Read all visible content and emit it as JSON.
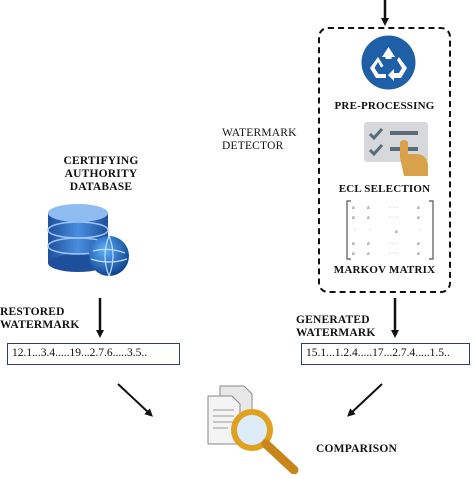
{
  "detector": {
    "label_line1": "WATERMARK",
    "label_line2": "DETECTOR",
    "steps": [
      {
        "label": "PRE-PROCESSING",
        "icon": "recycle-icon"
      },
      {
        "label": "ECL SELECTION",
        "icon": "checklist-touch-icon"
      },
      {
        "label": "MARKOV MATRIX",
        "icon": "matrix-icon"
      }
    ]
  },
  "authority": {
    "line1": "CERTIFYING",
    "line2": "AUTHORITY",
    "line3": "DATABASE",
    "icon": "database-globe-icon"
  },
  "restored": {
    "label_line1": "RESTORED",
    "label_line2": "WATERMARK",
    "value": "12.1...3.4.....19...2.7.6.....3.5.."
  },
  "generated": {
    "label_line1": "GENERATED",
    "label_line2": "WATERMARK",
    "value": "15.1...1.2.4.....17...2.7.4.....1.5.."
  },
  "comparison": {
    "label": "COMPARISON",
    "icon": "document-magnifier-icon"
  },
  "colors": {
    "recycle_bg": "#1f5fa8",
    "box_border": "#2f3a7a",
    "db_blue": "#2c6fc4",
    "hand": "#d9a24a",
    "magnifier": "#e0a020"
  }
}
